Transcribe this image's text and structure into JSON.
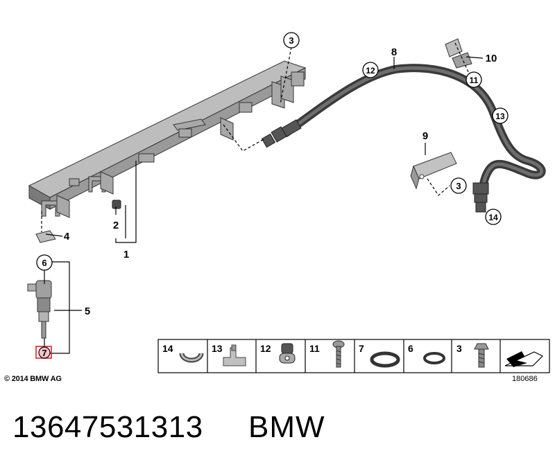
{
  "callouts": {
    "c1": "1",
    "c2": "2",
    "c3a": "3",
    "c3b": "3",
    "c4": "4",
    "c5": "5",
    "c6": "6",
    "c7": "7",
    "c8": "8",
    "c9": "9",
    "c10": "10",
    "c11": "11",
    "c12": "12",
    "c13": "13",
    "c14": "14"
  },
  "legend": {
    "cells": [
      {
        "number": "14"
      },
      {
        "number": "13"
      },
      {
        "number": "12"
      },
      {
        "number": "11"
      },
      {
        "number": "7"
      },
      {
        "number": "6"
      },
      {
        "number": "3"
      },
      {
        "number": ""
      }
    ]
  },
  "copyright": "© 2014 BMW AG",
  "image_number": "180686",
  "part_number": "13647531313",
  "brand": "BMW",
  "colors": {
    "highlight": "#e0202a",
    "part_gray": "#8a8a8a",
    "hose": "#4a4a4a"
  }
}
